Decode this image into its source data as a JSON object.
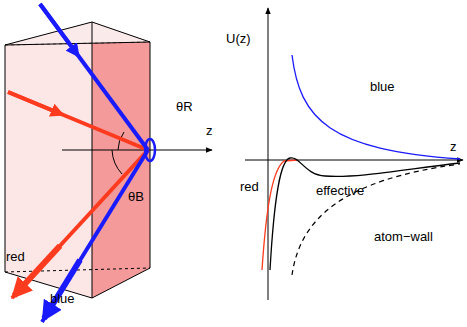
{
  "diagram": {
    "labels": [
      "θR",
      "θB",
      "z",
      "U(z)",
      "blue",
      "red",
      "effective",
      "atom−wall",
      "z",
      "red",
      "blue"
    ]
  }
}
